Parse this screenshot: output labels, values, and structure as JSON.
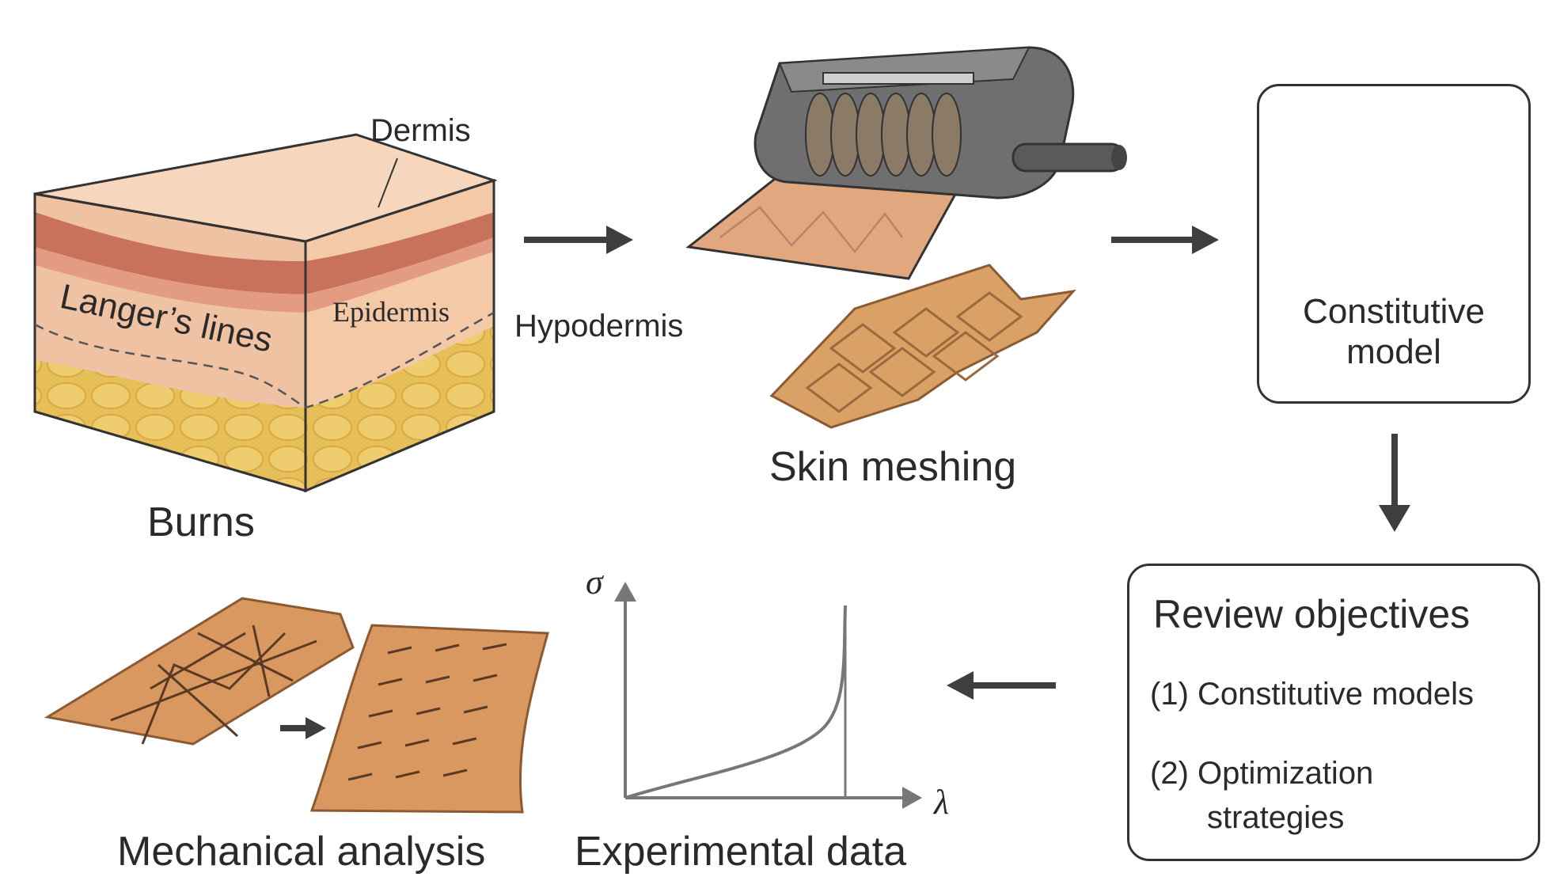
{
  "colors": {
    "skin": "#e5a57c",
    "skin_light": "#f3c9a8",
    "skin_top": "#f6d7bd",
    "dermis_band": "#c9725b",
    "fat": "#e8c25d",
    "arrow": "#3e3e3e",
    "machine": "#6f6f6f"
  },
  "skin_block": {
    "dermis_label": "Dermis",
    "epidermis_label": "Epidermis",
    "hypodermis_label": "Hypodermis",
    "langers_label": "Langer’s lines",
    "caption": "Burns"
  },
  "meshing": {
    "caption": "Skin meshing"
  },
  "constitutive": {
    "label_line1": "Constitutive",
    "label_line2": "model"
  },
  "review": {
    "title": "Review objectives",
    "item1": "(1) Constitutive models",
    "item2_line1": "(2) Optimization",
    "item2_line2": "strategies"
  },
  "experimental": {
    "y_symbol": "σ",
    "x_symbol": "λ",
    "caption": "Experimental data"
  },
  "mechanical": {
    "caption": "Mechanical analysis"
  },
  "icons": [
    "arrow-right-icon",
    "arrow-down-icon",
    "arrow-left-icon",
    "skin-block-icon",
    "mesher-machine-icon",
    "meshed-skin-icon",
    "fiber-network-icon",
    "stress-strain-curve-icon",
    "deformed-skin-icon"
  ]
}
